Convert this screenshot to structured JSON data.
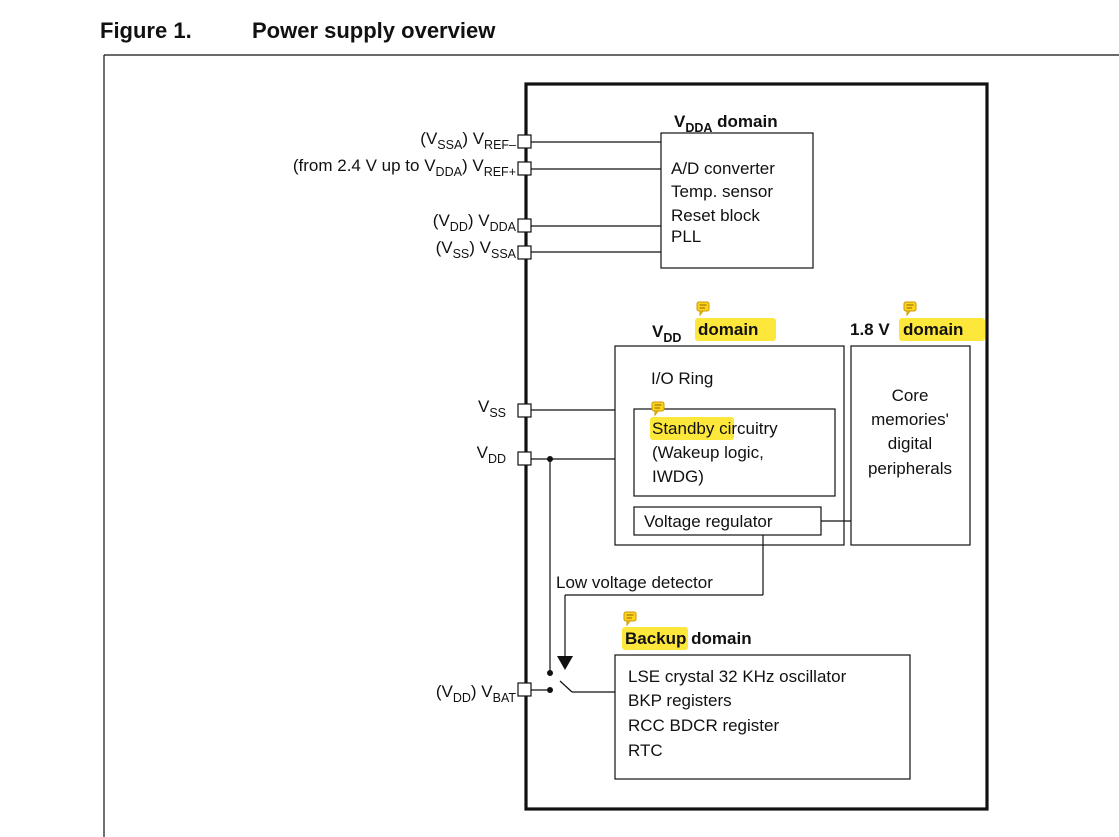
{
  "figure": {
    "number": "Figure 1.",
    "title": "Power supply overview"
  },
  "pins": {
    "vref_minus": {
      "prefix": "(V",
      "prefix_sub": "SSA",
      "mid": ") V",
      "sub": "REF–"
    },
    "vref_plus": {
      "prefix": "(from 2.4 V up to V",
      "prefix_sub": "DDA",
      "mid": ") V",
      "sub": "REF+"
    },
    "vdda": {
      "prefix": "(V",
      "prefix_sub": "DD",
      "mid": ") V",
      "sub": "DDA"
    },
    "vssa": {
      "prefix": "(V",
      "prefix_sub": "SS",
      "mid": ") V",
      "sub": "SSA"
    },
    "vss": {
      "main": "V",
      "sub": "SS"
    },
    "vdd": {
      "main": "V",
      "sub": "DD"
    },
    "vbat": {
      "prefix": "(V",
      "prefix_sub": "DD",
      "mid": ") V",
      "sub": "BAT"
    }
  },
  "vdda_domain": {
    "title_main": "V",
    "title_sub": "DDA",
    "title_rest": " domain",
    "items": [
      "A/D converter",
      "Temp. sensor",
      "Reset block",
      "PLL"
    ]
  },
  "vdd_domain": {
    "title_main": "V",
    "title_sub": "DD",
    "title_rest": "domain",
    "io_ring": "I/O Ring",
    "standby_word": "Standby",
    "standby_rest": " circuitry",
    "standby_lines": [
      "(Wakeup logic,",
      "IWDG)"
    ],
    "voltage_regulator": "Voltage regulator"
  },
  "core_domain": {
    "title_prefix": "1.8 V ",
    "title_word": "domain",
    "lines": [
      "Core",
      "memories'",
      "digital",
      "peripherals"
    ]
  },
  "low_voltage_detector": "Low voltage detector",
  "backup_domain": {
    "title_word": "Backup",
    "title_rest": " domain",
    "items": [
      "LSE crystal 32 KHz oscillator",
      "BKP registers",
      "RCC BDCR register",
      "RTC"
    ]
  },
  "colors": {
    "highlight": "#fde73a",
    "comment_icon": "#ffd21e",
    "line": "#111111"
  },
  "icons": [
    "comment-icon"
  ]
}
